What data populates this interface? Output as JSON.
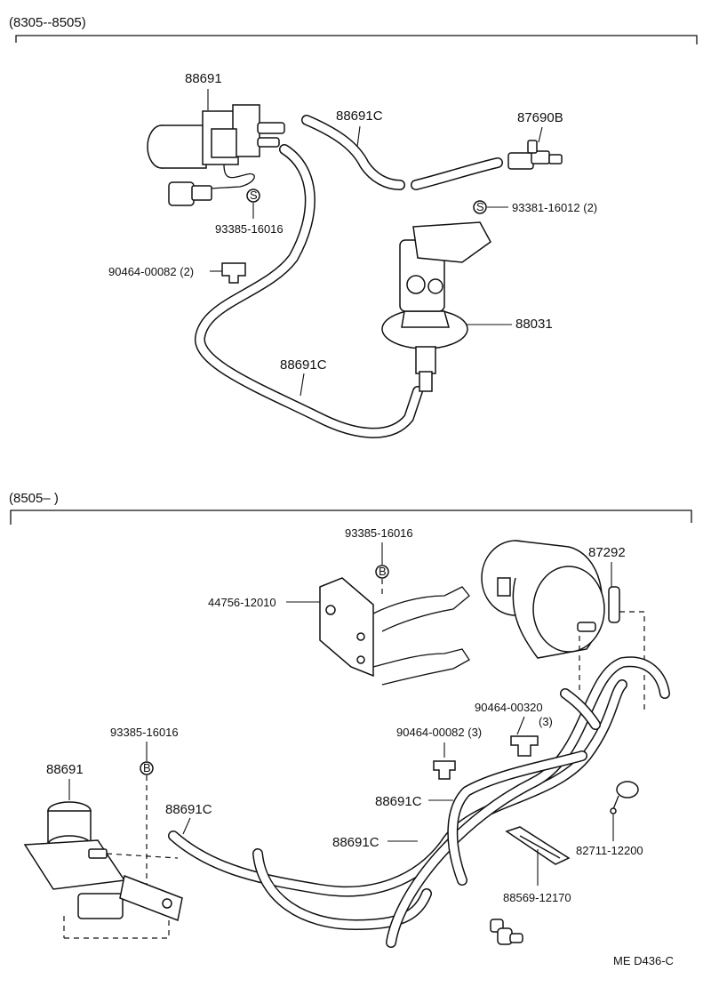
{
  "sections": [
    {
      "range_label": "(8305--8505)",
      "callouts": {
        "valve_88691": "88691",
        "hose_upper": "88691C",
        "vacuum_part": "87690B",
        "screw_s1": "93385-16016",
        "screw_s2": "93381-16012 (2)",
        "clip": "90464-00082 (2)",
        "actuator": "88031",
        "hose_long": "88691C"
      },
      "screw_mark": "S"
    },
    {
      "range_label": "(8505–        )",
      "callouts": {
        "bolt_top": "93385-16016",
        "bracket": "44756-12010",
        "actuator": "87292",
        "clip_3": "90464-00320",
        "clip_3_qty": "(3)",
        "clip_82": "90464-00082 (3)",
        "bolt_left": "93385-16016",
        "valve_88691": "88691",
        "hose_a": "88691C",
        "hose_b": "88691C",
        "hose_c": "88691C",
        "band": "82711-12200",
        "strap": "88569-12170"
      },
      "bolt_mark": "B"
    }
  ],
  "footer_code": "ME  D436-C"
}
